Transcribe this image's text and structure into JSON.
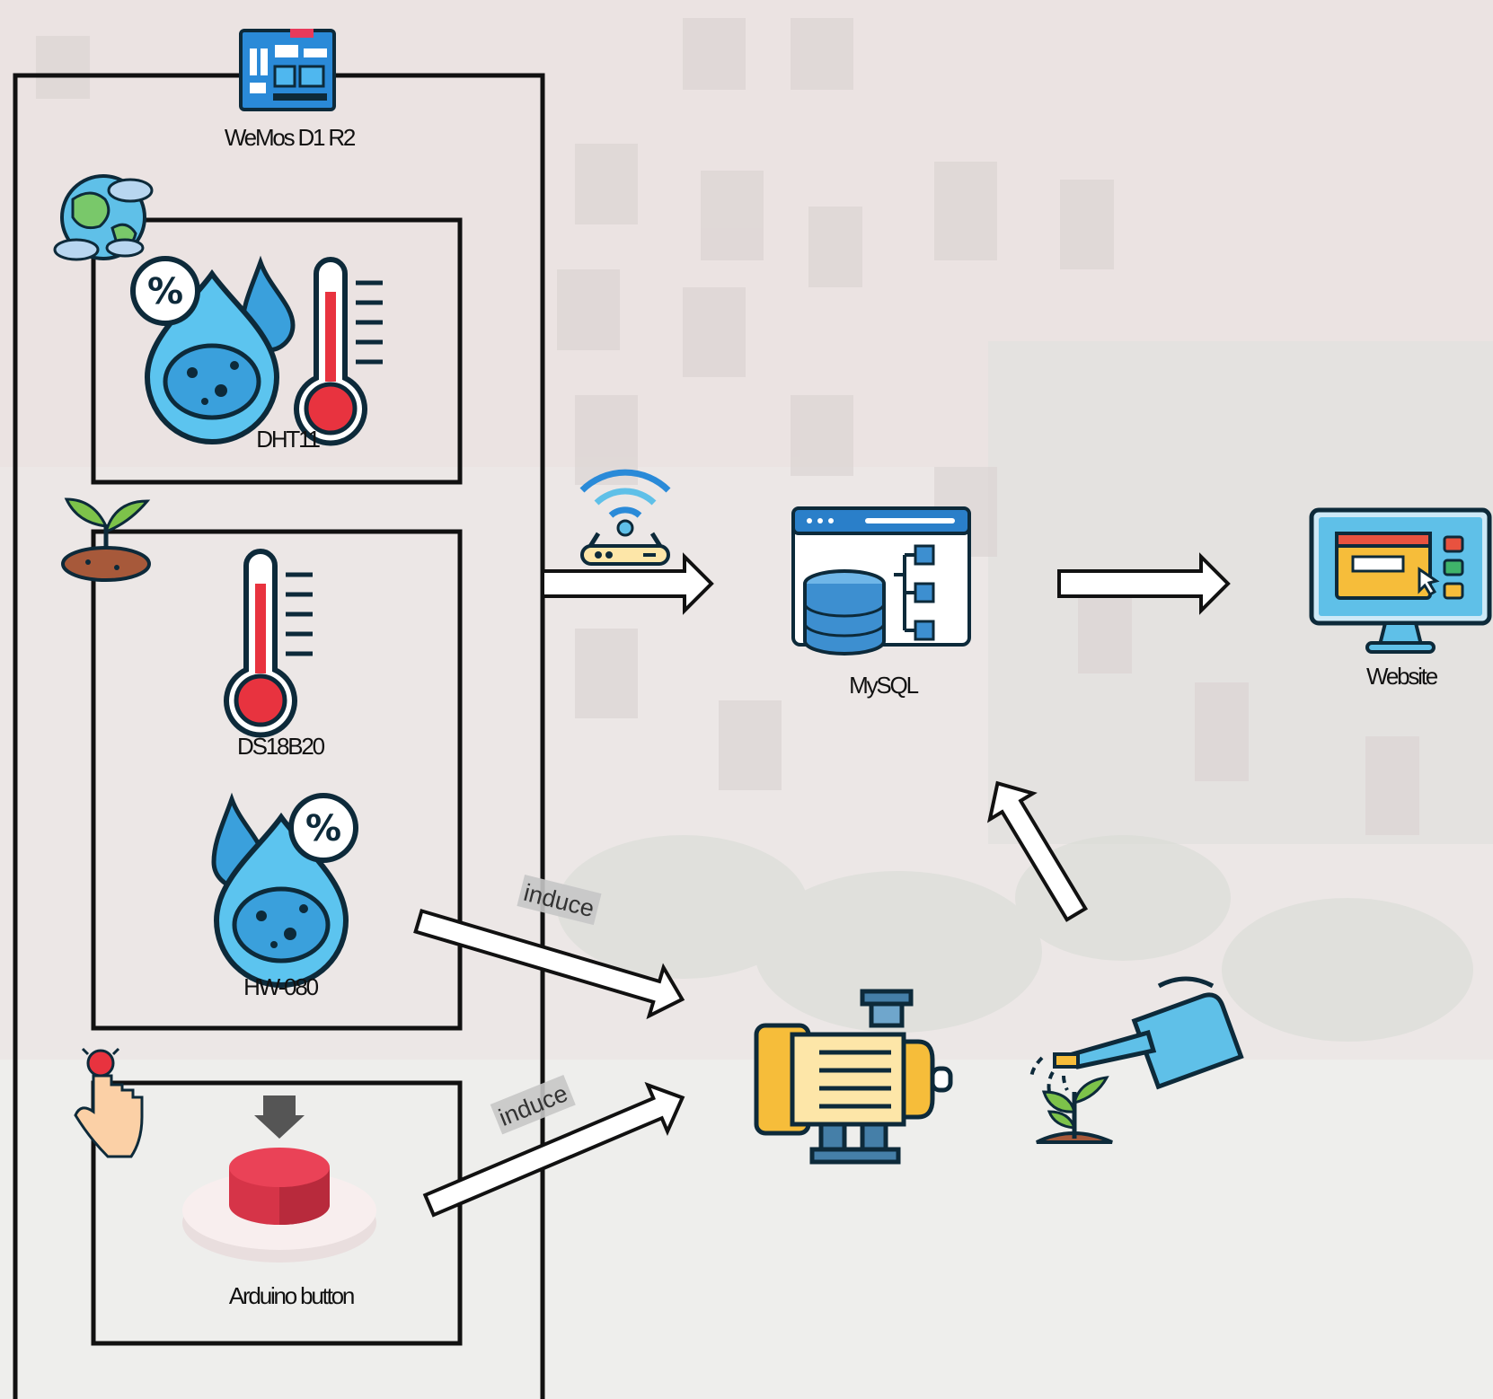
{
  "board": {
    "label": "WeMos D1 R2",
    "icon": "microcontroller-board-icon"
  },
  "sensors": [
    {
      "label": "DHT11",
      "icon": "humidity-temperature-icon",
      "group_icon": "earth-icon"
    },
    {
      "label": "DS18B20",
      "icon": "thermometer-icon",
      "group_icon": "sprout-soil-icon"
    },
    {
      "label": "HW-080",
      "icon": "soil-moisture-icon"
    }
  ],
  "button": {
    "label": "Arduino button",
    "icon": "push-button-icon",
    "group_icon": "finger-press-icon"
  },
  "router": {
    "icon": "wifi-router-icon"
  },
  "database": {
    "label": "MySQL",
    "icon": "database-icon"
  },
  "website": {
    "label": "Website",
    "icon": "monitor-website-icon"
  },
  "pump": {
    "icon": "water-pump-icon"
  },
  "watering": {
    "icon": "watering-can-plant-icon"
  },
  "edges": [
    {
      "from": "board",
      "to": "database",
      "label": ""
    },
    {
      "from": "database",
      "to": "website",
      "label": ""
    },
    {
      "from": "HW-080",
      "to": "pump",
      "label": "induce"
    },
    {
      "from": "Arduino button",
      "to": "pump",
      "label": "induce"
    },
    {
      "from": "watering",
      "to": "database",
      "label": ""
    }
  ]
}
